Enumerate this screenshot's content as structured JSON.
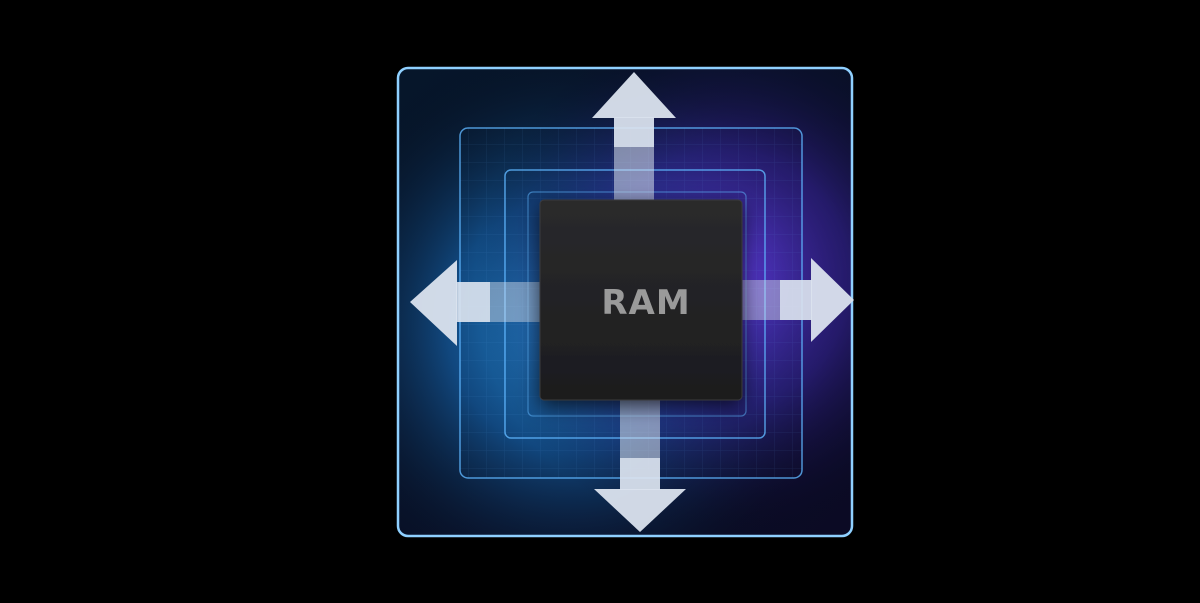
{
  "diagram": {
    "chip_label": "RAM",
    "colors": {
      "background": "#000000",
      "frame_stroke": "#8fd0ff",
      "glow_blue": "#1f7fd6",
      "glow_violet": "#5a35d8",
      "chip_fill": "#232324",
      "chip_label": "#9a9a9a",
      "arrow_fill": "#dbe3ee"
    },
    "arrows": [
      "up",
      "down",
      "left",
      "right"
    ],
    "ring_count": 3
  }
}
